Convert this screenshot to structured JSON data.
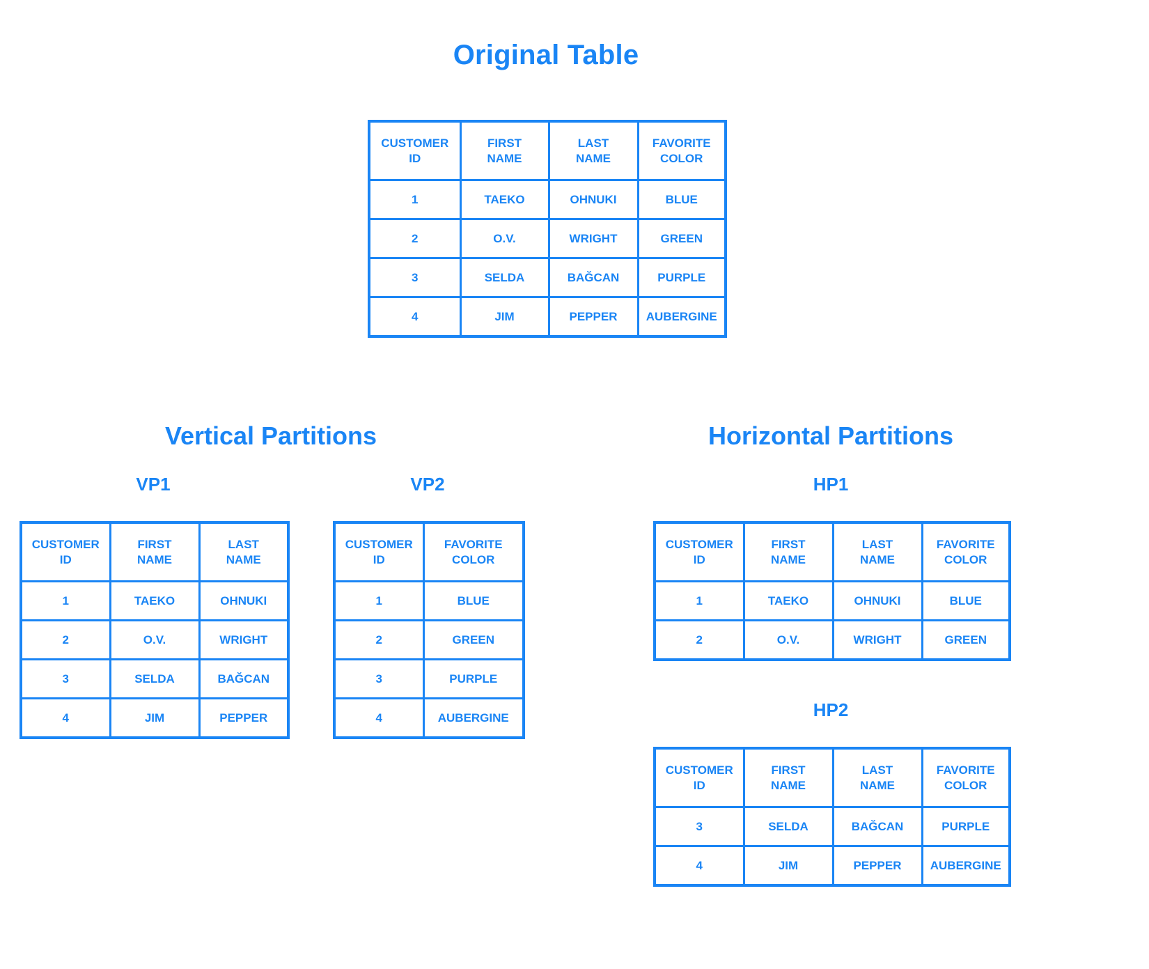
{
  "accent_color": "#1a85f5",
  "background_color": "#ffffff",
  "original": {
    "title": "Original Table",
    "columns": [
      "CUSTOMER\nID",
      "FIRST\nNAME",
      "LAST\nNAME",
      "FAVORITE\nCOLOR"
    ],
    "rows": [
      [
        "1",
        "TAEKO",
        "OHNUKI",
        "BLUE"
      ],
      [
        "2",
        "O.V.",
        "WRIGHT",
        "GREEN"
      ],
      [
        "3",
        "SELDA",
        "BAĞCAN",
        "PURPLE"
      ],
      [
        "4",
        "JIM",
        "PEPPER",
        "AUBERGINE"
      ]
    ]
  },
  "vertical": {
    "title": "Vertical Partitions",
    "partitions": [
      {
        "label": "VP1",
        "columns": [
          "CUSTOMER\nID",
          "FIRST\nNAME",
          "LAST\nNAME"
        ],
        "rows": [
          [
            "1",
            "TAEKO",
            "OHNUKI"
          ],
          [
            "2",
            "O.V.",
            "WRIGHT"
          ],
          [
            "3",
            "SELDA",
            "BAĞCAN"
          ],
          [
            "4",
            "JIM",
            "PEPPER"
          ]
        ]
      },
      {
        "label": "VP2",
        "columns": [
          "CUSTOMER\nID",
          "FAVORITE\nCOLOR"
        ],
        "rows": [
          [
            "1",
            "BLUE"
          ],
          [
            "2",
            "GREEN"
          ],
          [
            "3",
            "PURPLE"
          ],
          [
            "4",
            "AUBERGINE"
          ]
        ]
      }
    ]
  },
  "horizontal": {
    "title": "Horizontal Partitions",
    "partitions": [
      {
        "label": "HP1",
        "columns": [
          "CUSTOMER\nID",
          "FIRST\nNAME",
          "LAST\nNAME",
          "FAVORITE\nCOLOR"
        ],
        "rows": [
          [
            "1",
            "TAEKO",
            "OHNUKI",
            "BLUE"
          ],
          [
            "2",
            "O.V.",
            "WRIGHT",
            "GREEN"
          ]
        ]
      },
      {
        "label": "HP2",
        "columns": [
          "CUSTOMER\nID",
          "FIRST\nNAME",
          "LAST\nNAME",
          "FAVORITE\nCOLOR"
        ],
        "rows": [
          [
            "3",
            "SELDA",
            "BAĞCAN",
            "PURPLE"
          ],
          [
            "4",
            "JIM",
            "PEPPER",
            "AUBERGINE"
          ]
        ]
      }
    ]
  }
}
